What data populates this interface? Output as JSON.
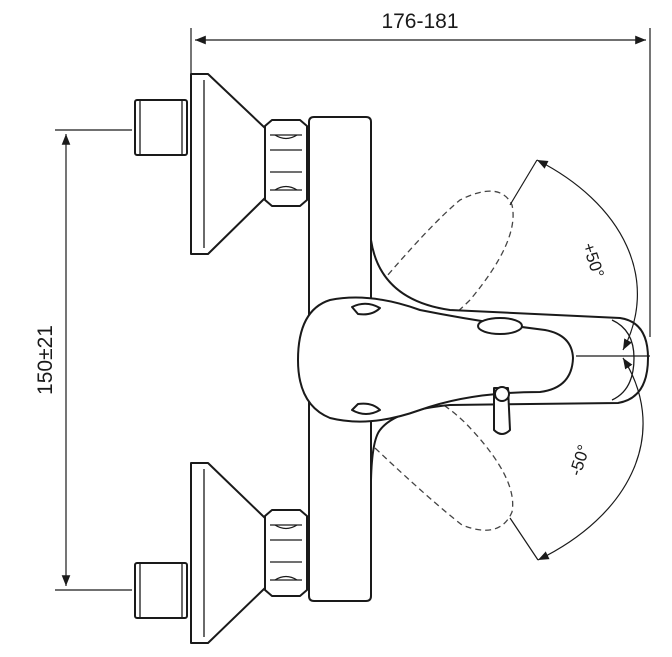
{
  "dimensions": {
    "width_label": "176-181",
    "height_label": "150±21"
  },
  "lever_rotation": {
    "up_label": "+50°",
    "down_label": "-50°"
  }
}
